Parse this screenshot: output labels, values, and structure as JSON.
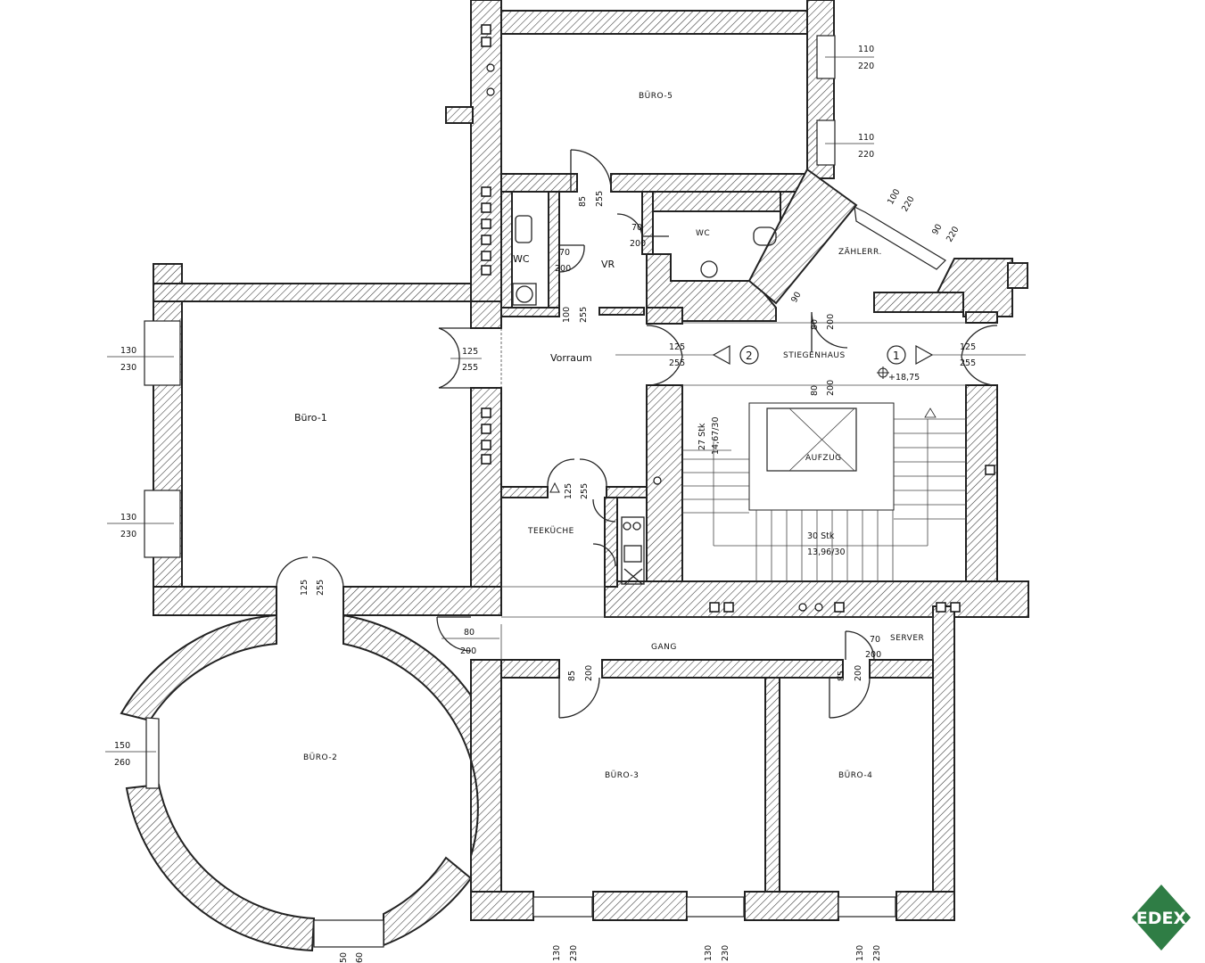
{
  "rooms": {
    "buero1": "Büro-1",
    "buero2": "BÜRO-2",
    "buero3": "BÜRO-3",
    "buero4": "BÜRO-4",
    "buero5": "BÜRO-5",
    "wc_left": "WC",
    "wc_right": "WC",
    "vr": "VR",
    "vorraum": "Vorraum",
    "teekueche": "TEEKÜCHE",
    "stiegenhaus": "STIEGENHAUS",
    "zaehlerr": "ZÄHLERR.",
    "gang": "GANG",
    "server": "SERVER",
    "aufzug": "AUFZUG"
  },
  "markers": {
    "door_1": "1",
    "door_2": "2",
    "level": "+18,75"
  },
  "stairs": {
    "upper_steps": "27 Stk",
    "upper_dims": "14,67/30",
    "lower_steps": "30 Stk",
    "lower_dims": "13,96/30"
  },
  "dims": {
    "b5_w1_t": "110",
    "b5_w1_b": "220",
    "b5_w2_t": "110",
    "b5_w2_b": "220",
    "z_w1_t": "100",
    "z_w1_b": "220",
    "z_w2_t": "90",
    "z_w2_b": "220",
    "b1_w1_t": "130",
    "b1_w1_b": "230",
    "b1_w2_t": "130",
    "b1_w2_b": "230",
    "b1_door_t": "125",
    "b1_door_b": "255",
    "b1_bot_t": "125",
    "b1_bot_b": "255",
    "vr_door_t": "85",
    "vr_door_b": "255",
    "wc_l_t": "70",
    "wc_l_b": "200",
    "wc_r_t": "70",
    "wc_r_b": "200",
    "vr_dn_t": "100",
    "vr_dn_b": "255",
    "st_l_t": "125",
    "st_l_b": "255",
    "st_r_t": "125",
    "st_r_b": "255",
    "st_top_t": "80",
    "st_top_b": "200",
    "st_mid_t": "80",
    "st_mid_b": "200",
    "tk_t": "125",
    "tk_b": "255",
    "gang_t": "80",
    "gang_b": "200",
    "b3_door_t": "85",
    "b3_door_b": "200",
    "b4_door_t": "85",
    "b4_door_b": "200",
    "srv_t": "70",
    "srv_b": "200",
    "b2_win_t": "150",
    "b2_win_b": "260",
    "b2_bot_t": "50",
    "b2_bot_b": "60",
    "bot1_t": "130",
    "bot1_b": "230",
    "bot2_t": "130",
    "bot2_b": "230",
    "bot3_t": "130",
    "bot3_b": "230",
    "zr_side": "90"
  },
  "logo": {
    "text": "EDEX",
    "color": "#2f7d45"
  }
}
